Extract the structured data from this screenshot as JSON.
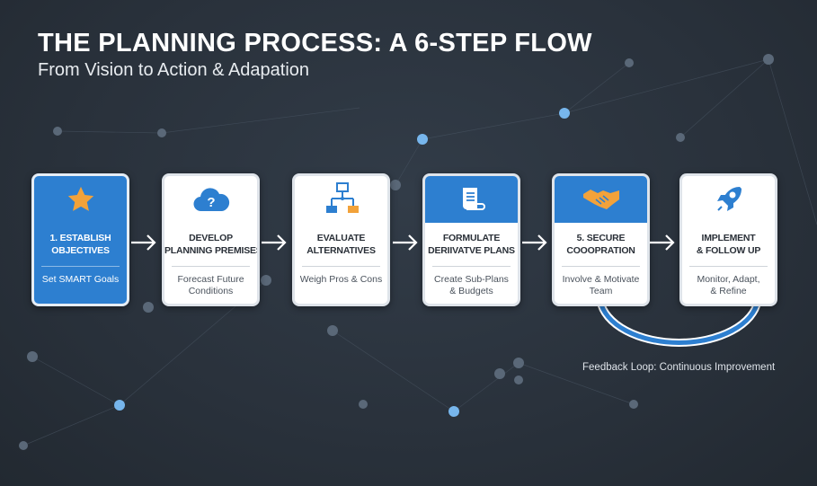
{
  "header": {
    "title": "THE PLANNING PROCESS: A 6-STEP FLOW",
    "subtitle": "From Vision to Action & Adapation"
  },
  "steps": [
    {
      "title": "1. ESTABLISH OBJECTIVES",
      "lines": [
        "1. ESTABLISH",
        "OBJECTIVES"
      ],
      "desc": [
        "Set SMART Goals"
      ],
      "icon": "star-icon"
    },
    {
      "title": "DEVELOP PLANNING PREMISES",
      "lines": [
        "DEVELOP",
        "PLANNING PREMISES"
      ],
      "desc": [
        "Forecast Future",
        "Conditions"
      ],
      "icon": "cloud-question-icon"
    },
    {
      "title": "EVALUATE ALTERNATIVES",
      "lines": [
        "EVALUATE",
        "ALTERNATIVES"
      ],
      "desc": [
        "Weigh Pros & Cons"
      ],
      "icon": "flowchart-icon"
    },
    {
      "title": "FORMULATE DERIIVATVE PLANS",
      "lines": [
        "FORMULATE",
        "DERIIVATVE PLANS"
      ],
      "desc": [
        "Create Sub-Plans",
        "& Budgets"
      ],
      "icon": "document-scroll-icon"
    },
    {
      "title": "5. SECURE COOOPRATION",
      "lines": [
        "5. SECURE",
        "COOOPRATION"
      ],
      "desc": [
        "Involve & Motivate",
        "Team"
      ],
      "icon": "handshake-icon"
    },
    {
      "title": "IMPLEMENT & FOLLOW UP",
      "lines": [
        "IMPLEMENT",
        "& FOLLOW UP"
      ],
      "desc": [
        "Monitor, Adapt,",
        "& Refine"
      ],
      "icon": "rocket-icon"
    }
  ],
  "feedback": {
    "label": "Feedback Loop: Continuous Improvement"
  },
  "colors": {
    "background": "#29313b",
    "accent_blue": "#2d7fd0",
    "accent_orange": "#f2a23a",
    "card": "#ffffff"
  }
}
